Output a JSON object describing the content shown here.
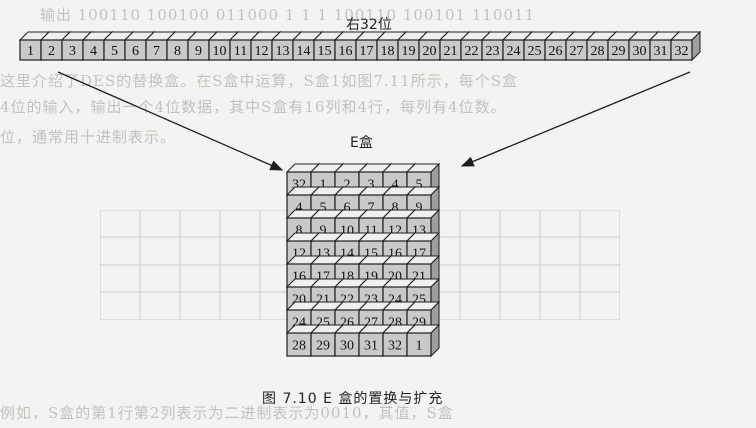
{
  "background_text": {
    "top": "输出 100110 100100 011000 1 1 1 100110 100101 110011",
    "line1": "这里介绍了DES的替换盒。在S盒中运算，S盒1如图7.11所示，每个S盒",
    "line2": "4位的输入，输出一个4位数据，其中S盒有16列和4行，每列有4位数。",
    "line3": "位，通常用十进制表示。",
    "bottom": "例如，S盒的第1行第2列表示为二进制表示为0010，其值，S盒"
  },
  "input_label": "右32位",
  "input_bits": [
    "1",
    "2",
    "3",
    "4",
    "5",
    "6",
    "7",
    "8",
    "9",
    "10",
    "11",
    "12",
    "13",
    "14",
    "15",
    "16",
    "17",
    "18",
    "19",
    "20",
    "21",
    "22",
    "23",
    "24",
    "25",
    "26",
    "27",
    "28",
    "29",
    "30",
    "31",
    "32"
  ],
  "ebox_label": "E盒",
  "ebox_rows": [
    [
      "32",
      "1",
      "2",
      "3",
      "4",
      "5"
    ],
    [
      "4",
      "5",
      "6",
      "7",
      "8",
      "9"
    ],
    [
      "8",
      "9",
      "10",
      "11",
      "12",
      "13"
    ],
    [
      "12",
      "13",
      "14",
      "15",
      "16",
      "17"
    ],
    [
      "16",
      "17",
      "18",
      "19",
      "20",
      "21"
    ],
    [
      "20",
      "21",
      "22",
      "23",
      "24",
      "25"
    ],
    [
      "24",
      "25",
      "26",
      "27",
      "28",
      "29"
    ],
    [
      "28",
      "29",
      "30",
      "31",
      "32",
      "1"
    ]
  ],
  "caption": "图 7.10  E 盒的置换与扩充",
  "colors": {
    "cell_face": "#c9c9c9",
    "cell_top": "#efefef",
    "cell_side": "#9f9f9f",
    "stroke": "#1e1e1e",
    "arrow": "#1e1e1e"
  }
}
